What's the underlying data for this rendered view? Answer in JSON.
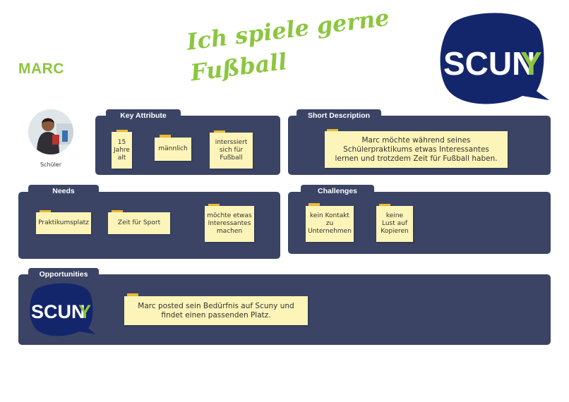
{
  "persona": {
    "name": "MARC",
    "quote_line1": "Ich spiele gerne",
    "quote_line2": "Fußball",
    "role": "Schüler"
  },
  "logo": {
    "text": "SCUNY"
  },
  "sections": {
    "key_attribute": {
      "title": "Key Attribute",
      "notes": [
        "15 Jahre alt",
        "männlich",
        "interssiert sich für Fußball"
      ]
    },
    "short_description": {
      "title": "Short Description",
      "text": "Marc möchte während seines Schülerpraktikums etwas Interessantes lernen und trotzdem Zeit für Fußball haben."
    },
    "needs": {
      "title": "Needs",
      "notes": [
        "Praktikumsplatz",
        "Zeit für Sport",
        "möchte etwas Interessantes machen"
      ]
    },
    "challenges": {
      "title": "Challenges",
      "notes": [
        "kein Kontakt zu Unternehmen",
        "keine Lust auf Kopieren"
      ]
    },
    "opportunities": {
      "title": "Opportunities",
      "text": "Marc posted sein Bedürfnis auf Scuny und findet einen passenden Platz."
    }
  },
  "colors": {
    "accent_green": "#8cc63f",
    "panel_navy": "#3b4465",
    "note_yellow": "#fcf4b8",
    "tape_orange": "#f5c230",
    "logo_navy": "#14266b"
  }
}
